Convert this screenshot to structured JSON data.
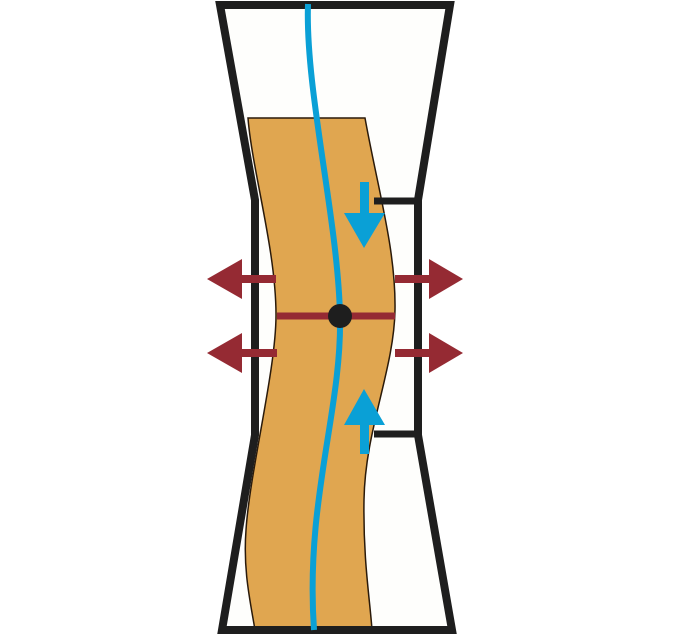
{
  "diagram": {
    "colors": {
      "frame": "#1e1e1e",
      "specimen": "#e0a650",
      "axis_line": "#0aa0d6",
      "compression_arrows": "#0aa0d6",
      "expansion_arrows": "#952a33",
      "center_point": "#1e1e1e",
      "background": "#fefefc"
    },
    "elements": [
      "hourglass-frame",
      "bent-specimen",
      "curved-centerline",
      "downward-force-arrow",
      "upward-force-arrow",
      "lateral-expansion-arrows",
      "center-point"
    ]
  }
}
